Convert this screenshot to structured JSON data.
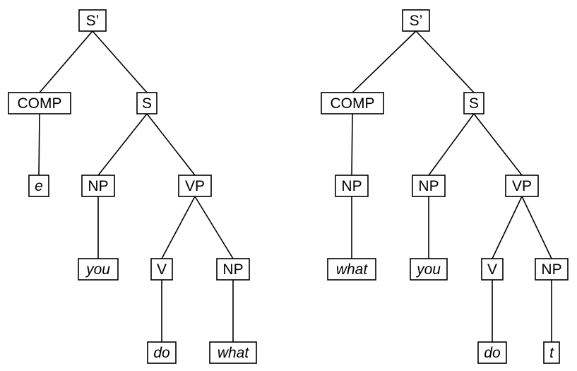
{
  "trees": [
    {
      "nodes": [
        {
          "id": "s_bar",
          "label": "S’"
        },
        {
          "id": "comp",
          "label": "COMP"
        },
        {
          "id": "s",
          "label": "S"
        },
        {
          "id": "e",
          "label": "e",
          "italic": true
        },
        {
          "id": "np_subj",
          "label": "NP"
        },
        {
          "id": "vp",
          "label": "VP"
        },
        {
          "id": "you",
          "label": "you",
          "italic": true
        },
        {
          "id": "v",
          "label": "V"
        },
        {
          "id": "np_obj",
          "label": "NP"
        },
        {
          "id": "do",
          "label": "do",
          "italic": true
        },
        {
          "id": "what",
          "label": "what",
          "italic": true
        }
      ],
      "edges": [
        [
          "s_bar",
          "comp"
        ],
        [
          "s_bar",
          "s"
        ],
        [
          "comp",
          "e"
        ],
        [
          "s",
          "np_subj"
        ],
        [
          "s",
          "vp"
        ],
        [
          "np_subj",
          "you"
        ],
        [
          "vp",
          "v"
        ],
        [
          "vp",
          "np_obj"
        ],
        [
          "v",
          "do"
        ],
        [
          "np_obj",
          "what"
        ]
      ]
    },
    {
      "nodes": [
        {
          "id": "s_bar",
          "label": "S’"
        },
        {
          "id": "comp",
          "label": "COMP"
        },
        {
          "id": "s",
          "label": "S"
        },
        {
          "id": "np_comp",
          "label": "NP"
        },
        {
          "id": "what",
          "label": "what",
          "italic": true
        },
        {
          "id": "np_subj",
          "label": "NP"
        },
        {
          "id": "vp",
          "label": "VP"
        },
        {
          "id": "you",
          "label": "you",
          "italic": true
        },
        {
          "id": "v",
          "label": "V"
        },
        {
          "id": "np_obj",
          "label": "NP"
        },
        {
          "id": "do",
          "label": "do",
          "italic": true
        },
        {
          "id": "t",
          "label": "t",
          "italic": true
        }
      ],
      "edges": [
        [
          "s_bar",
          "comp"
        ],
        [
          "s_bar",
          "s"
        ],
        [
          "comp",
          "np_comp"
        ],
        [
          "np_comp",
          "what"
        ],
        [
          "s",
          "np_subj"
        ],
        [
          "s",
          "vp"
        ],
        [
          "np_subj",
          "you"
        ],
        [
          "vp",
          "v"
        ],
        [
          "vp",
          "np_obj"
        ],
        [
          "v",
          "do"
        ],
        [
          "np_obj",
          "t"
        ]
      ]
    }
  ]
}
